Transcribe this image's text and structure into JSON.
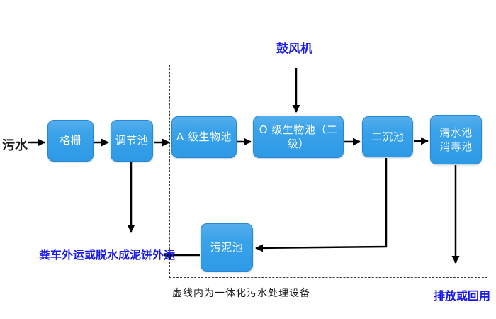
{
  "diagram": {
    "influent_label": "污水",
    "blower_label": "鼓风机",
    "nodes": {
      "grid": "格栅",
      "regulating_tank": "调节池",
      "a_bio_tank": "A 级生物池",
      "o_bio_tank": "O 级生物池（二级）",
      "secondary_clarifier": "二沉池",
      "clear_water_tank": "清水池",
      "disinfection_tank": "消毒池",
      "sludge_tank": "污泥池"
    },
    "sludge_disposal_label": "粪车外运或脱水成泥饼外运",
    "dashed_box_caption": "虚线内为一体化污水处理设备",
    "effluent_label": "排放或回用",
    "colors": {
      "box_fill_top": "#55AEEC",
      "box_fill_bottom": "#2E9AE6",
      "box_border": "#2887D2",
      "box_text": "#FFFFFF",
      "blue_label": "#1A1AE8",
      "black_text": "#1A1A1A",
      "arrow": "#000000",
      "background": "#FFFFFF",
      "dashed_border": "#3A3A3A"
    }
  }
}
